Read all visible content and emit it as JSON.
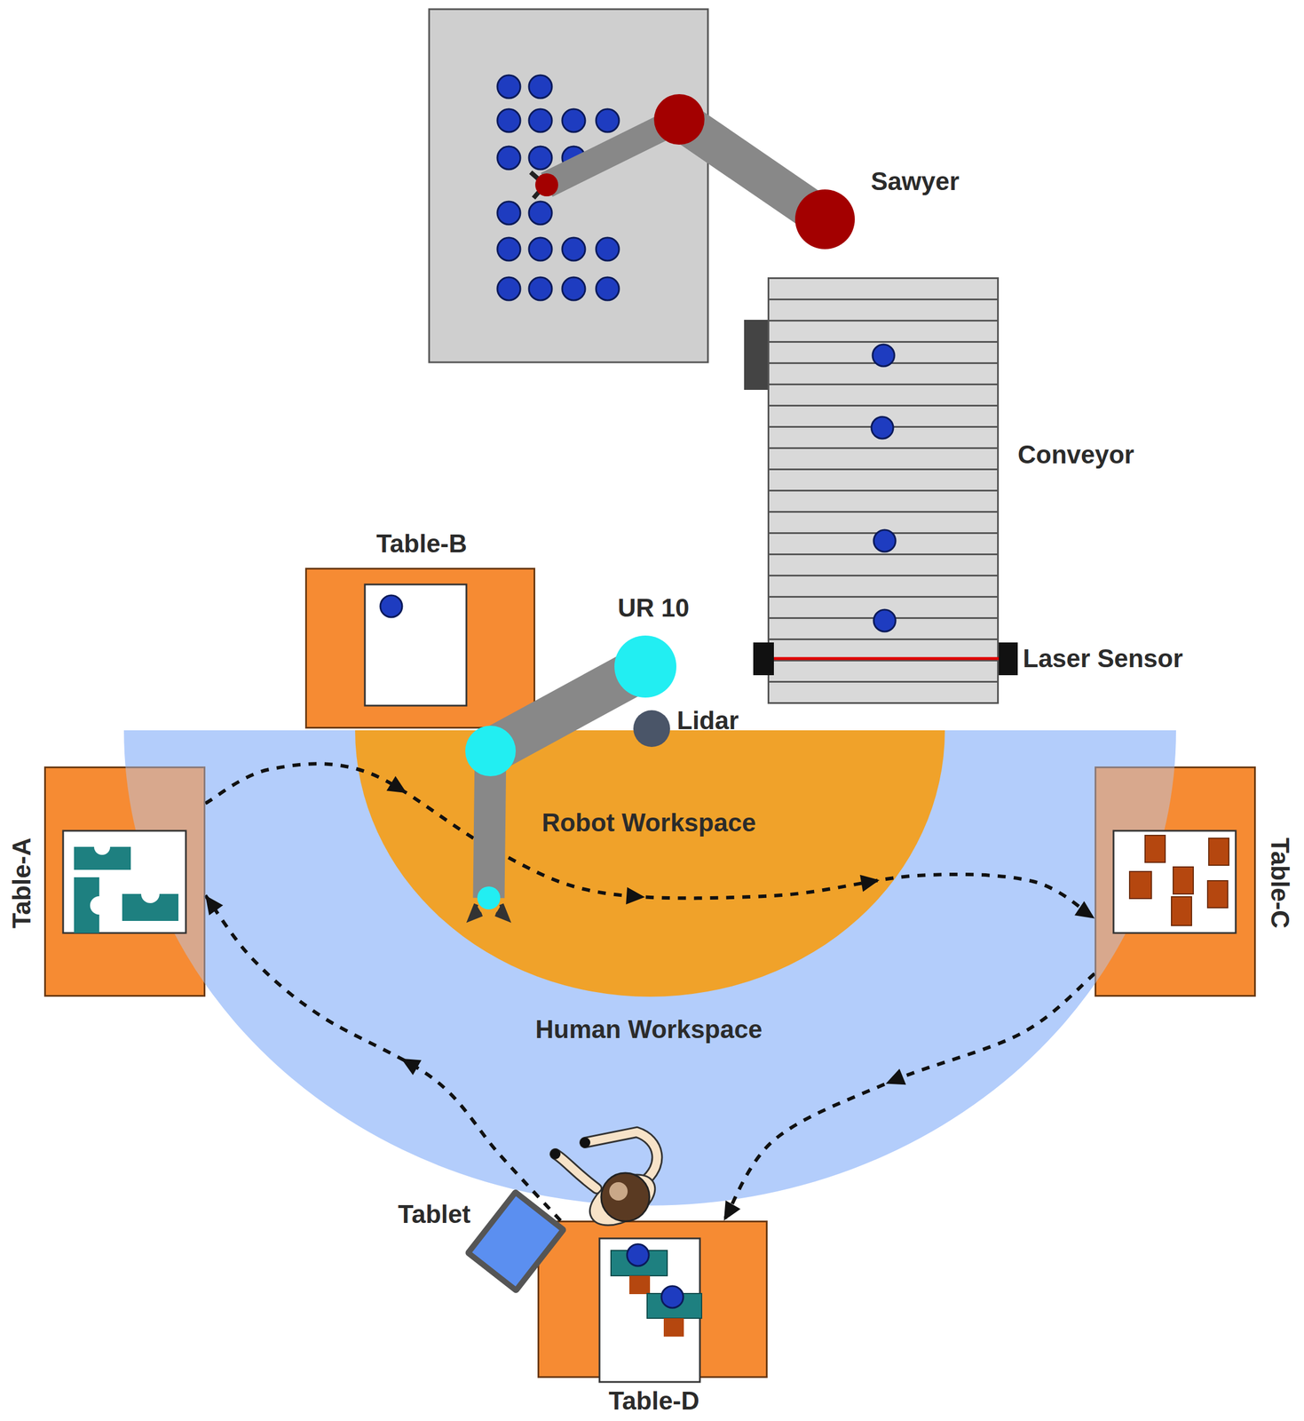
{
  "diagram": {
    "nodes": [
      {
        "text": [
          "Conveyor"
        ]
      },
      {
        "text": [
          "Table-B"
        ]
      },
      {
        "text": [
          "Human Workspace"
        ]
      },
      {
        "text": [
          "Robot Workspace"
        ],
        "in": 2
      },
      {
        "text": [
          "Table-A"
        ]
      },
      {
        "text": [
          "Table-C"
        ]
      },
      {
        "text": [
          "Table-D"
        ]
      }
    ],
    "edges": [
      {
        "from": 4,
        "to": 5,
        "arrow": "to"
      },
      {
        "from": 5,
        "to": 6,
        "arrow": "to"
      },
      {
        "from": 6,
        "to": 4,
        "arrow": "to"
      }
    ],
    "labels": [
      "Sawyer",
      "UR 10",
      "Lidar",
      "Laser Sensor",
      "Tablet"
    ]
  }
}
